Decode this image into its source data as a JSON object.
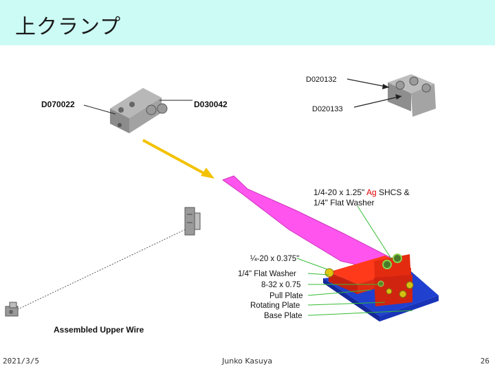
{
  "slide": {
    "title": "上クランプ",
    "date": "2021/3/5",
    "author": "Junko Kasuya",
    "page": "26"
  },
  "figure": {
    "part_labels": {
      "d070022": "D070022",
      "d030042": "D030042",
      "d020132": "D020132",
      "d020133": "D020133"
    },
    "callouts": {
      "shcs_line1_a": "1/4-20 x 1.25\" ",
      "shcs_line1_ag": "Ag",
      "shcs_line1_b": " SHCS &",
      "shcs_line2": "1/4\" Flat Washer",
      "screw_0375": "¼-20 x 0.375\"",
      "flat_washer": "1/4\" Flat Washer",
      "screw_832": "8-32 x 0.75",
      "pull_plate": "Pull Plate",
      "rotating_plate": "Rotating Plate",
      "base_plate": "Base Plate"
    },
    "assembled_caption": "Assembled Upper Wire",
    "colors": {
      "title_bar": "#ccfbf5",
      "arrow": "#f2c200",
      "wire_plate": "#ff55ee",
      "pull_plate": "#e32b10",
      "base_plate": "#2040d0",
      "ag_text": "#e00000",
      "callout_green": "#33bb33"
    }
  }
}
